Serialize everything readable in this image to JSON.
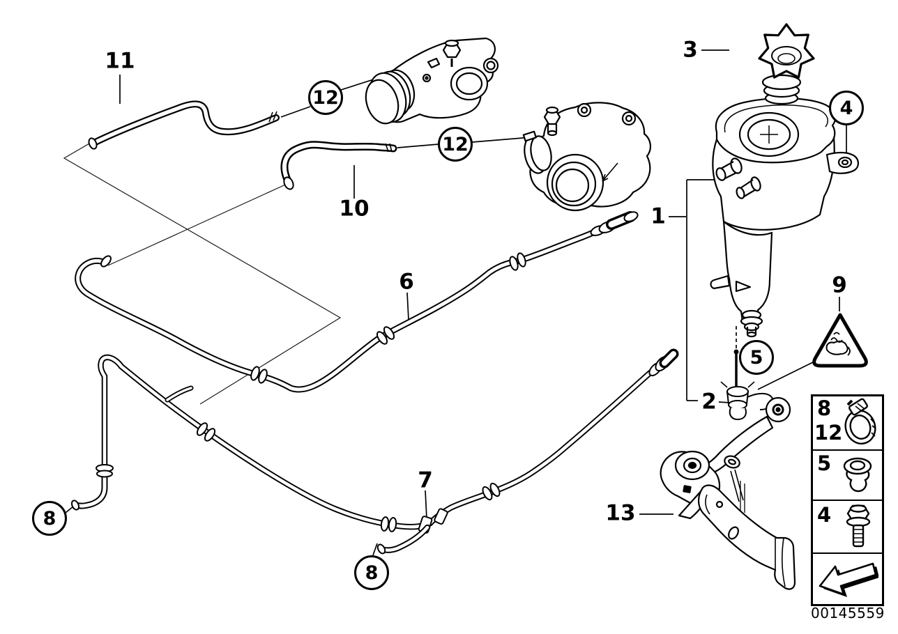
{
  "colors": {
    "line": "#000000",
    "background": "#ffffff"
  },
  "part_number": "00145559",
  "callouts": {
    "n1": "1",
    "n2": "2",
    "n3": "3",
    "n4": "4",
    "n5": "5",
    "n6": "6",
    "n7": "7",
    "n8a": "8",
    "n8b": "8",
    "n9": "9",
    "n10": "10",
    "n11": "11",
    "n12a": "12",
    "n12b": "12",
    "n13": "13"
  },
  "legend": {
    "rows": [
      {
        "labels": [
          "8",
          "12"
        ],
        "icon": "hose-clamp-icon"
      },
      {
        "labels": [
          "5"
        ],
        "icon": "expansion-rivet-icon"
      },
      {
        "labels": [
          "4"
        ],
        "icon": "flange-bolt-icon"
      },
      {
        "labels": [],
        "icon": "direction-arrow-icon"
      }
    ]
  },
  "icons": {
    "warning": "hot-steam-warning-triangle-icon"
  }
}
